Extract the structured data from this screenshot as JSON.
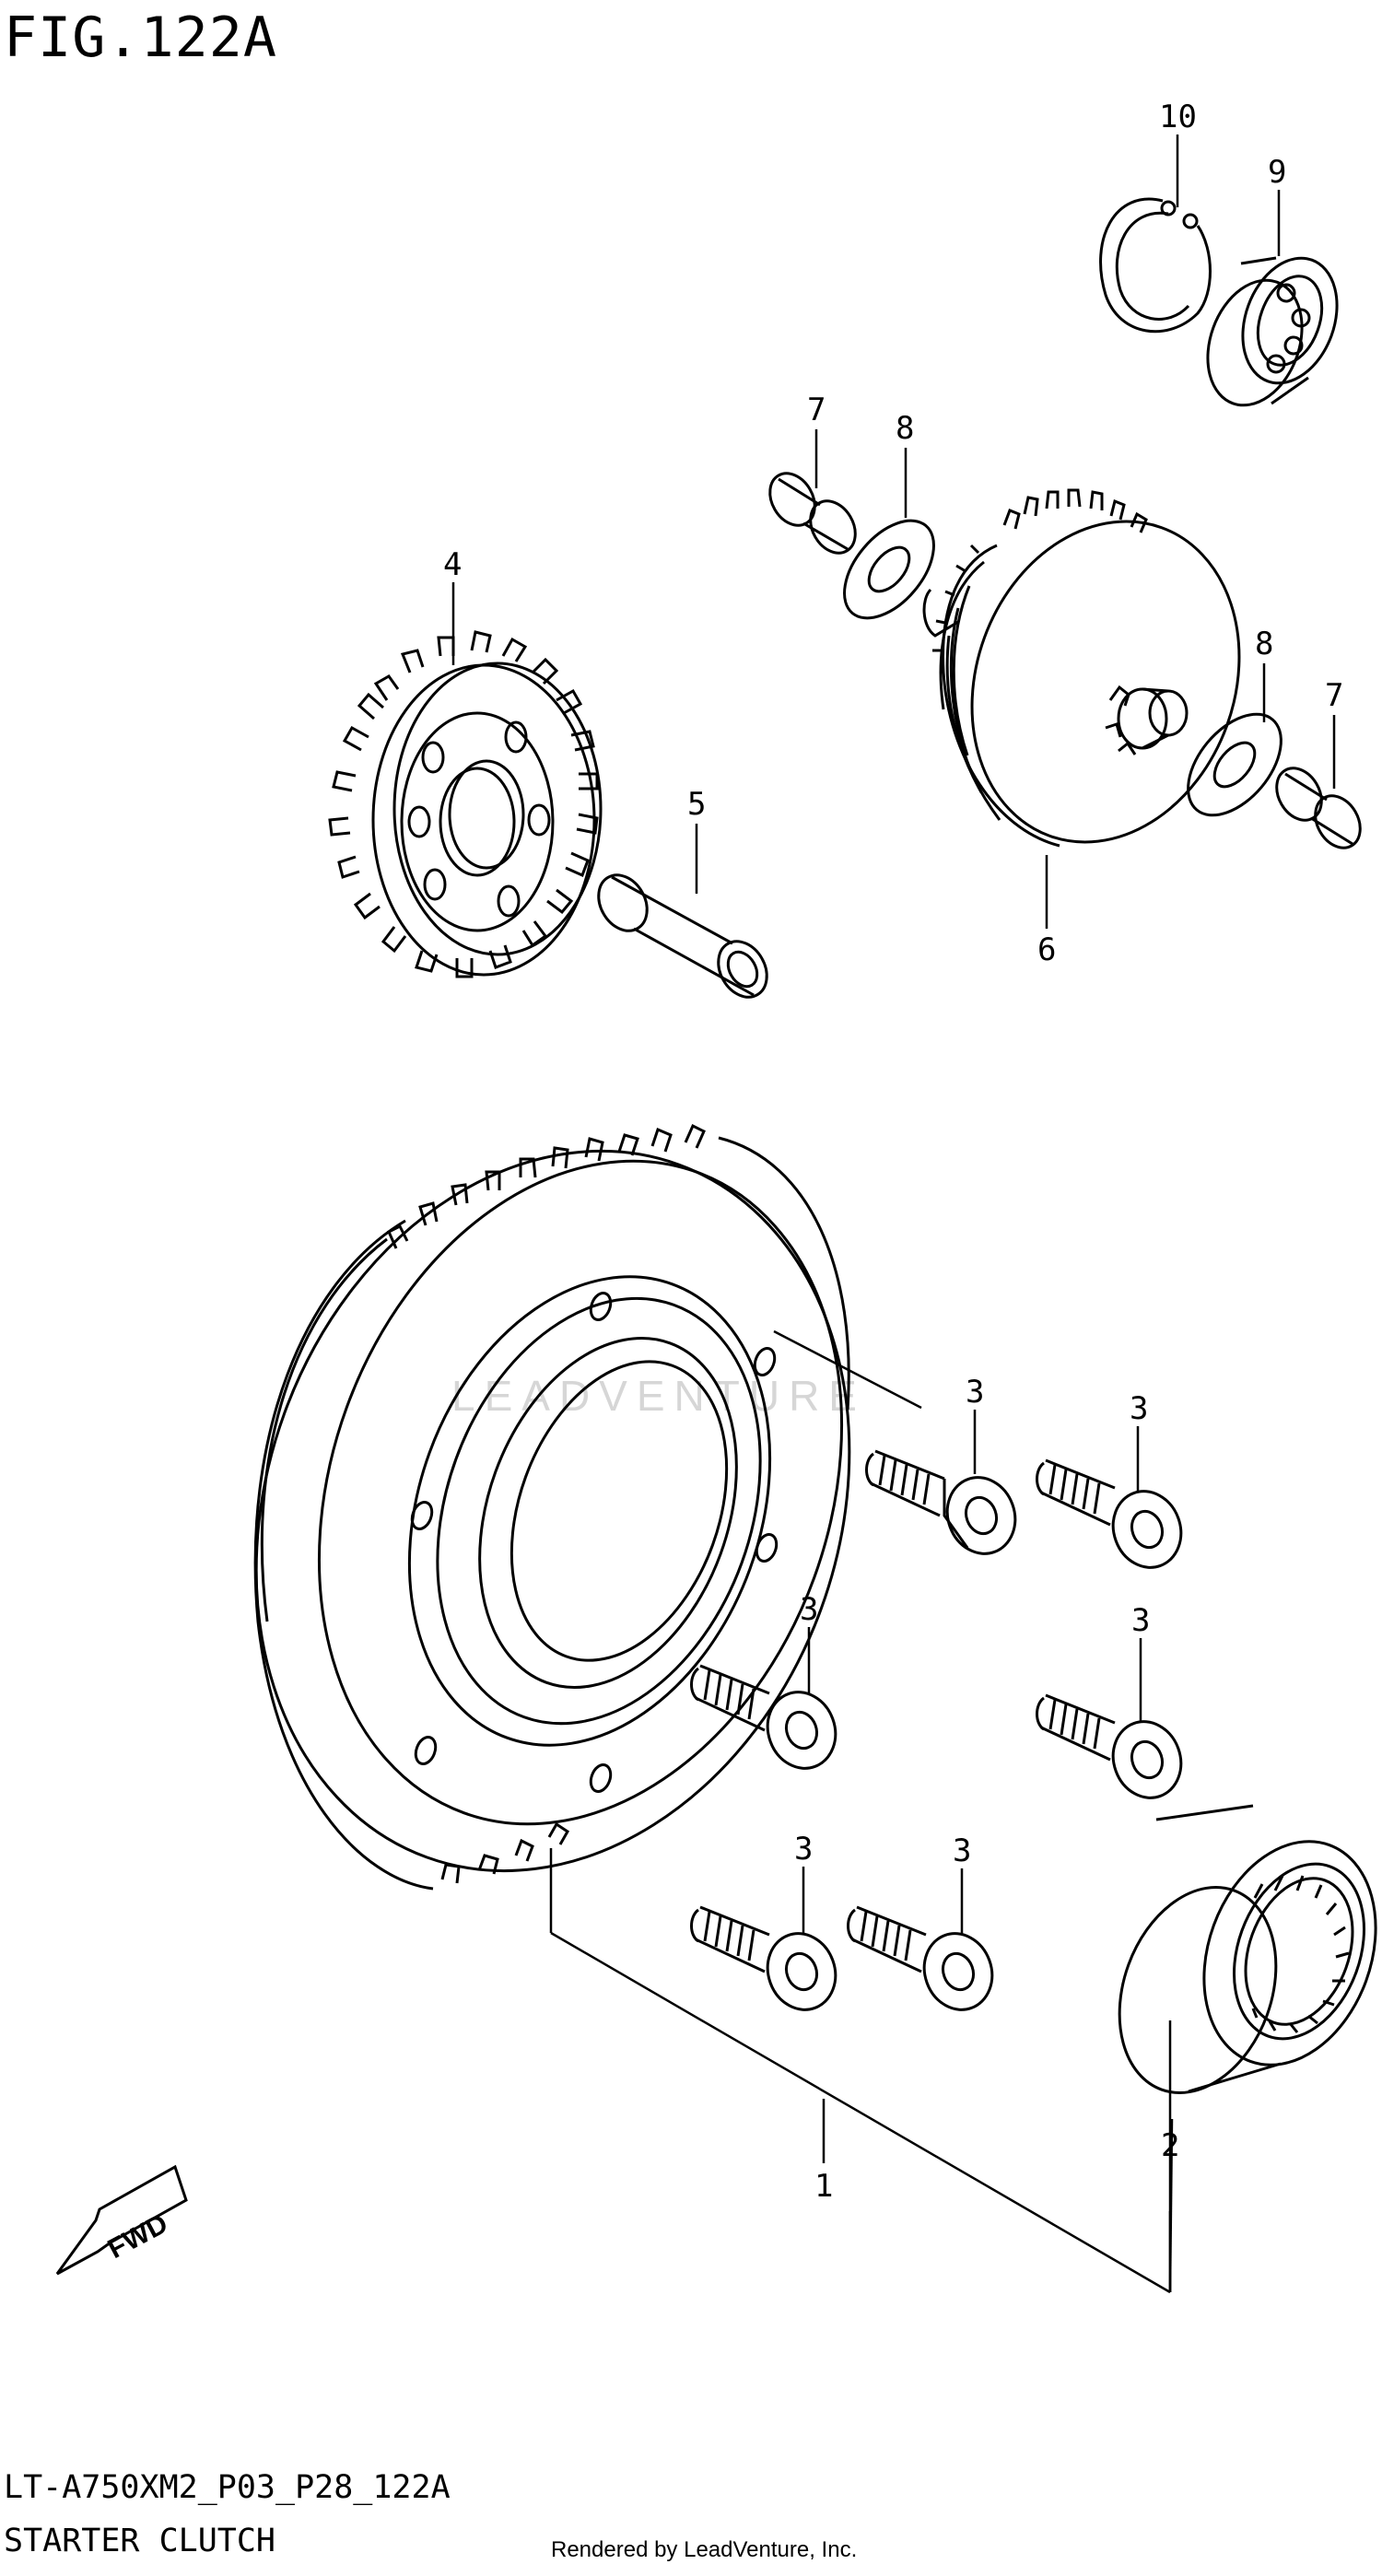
{
  "figure": {
    "title": "FIG.122A",
    "model_code": "LT-A750XM2_P03_P28_122A",
    "section_title": "STARTER CLUTCH",
    "rendered_by": "Rendered by LeadVenture, Inc.",
    "watermark": "LEADVENTURE",
    "fwd_label": "FWD"
  },
  "callouts": {
    "p1": "1",
    "p2": "2",
    "p3a": "3",
    "p3b": "3",
    "p3c": "3",
    "p3d": "3",
    "p3e": "3",
    "p3f": "3",
    "p4": "4",
    "p5": "5",
    "p6": "6",
    "p7a": "7",
    "p7b": "7",
    "p8a": "8",
    "p8b": "8",
    "p9": "9",
    "p10": "10"
  }
}
